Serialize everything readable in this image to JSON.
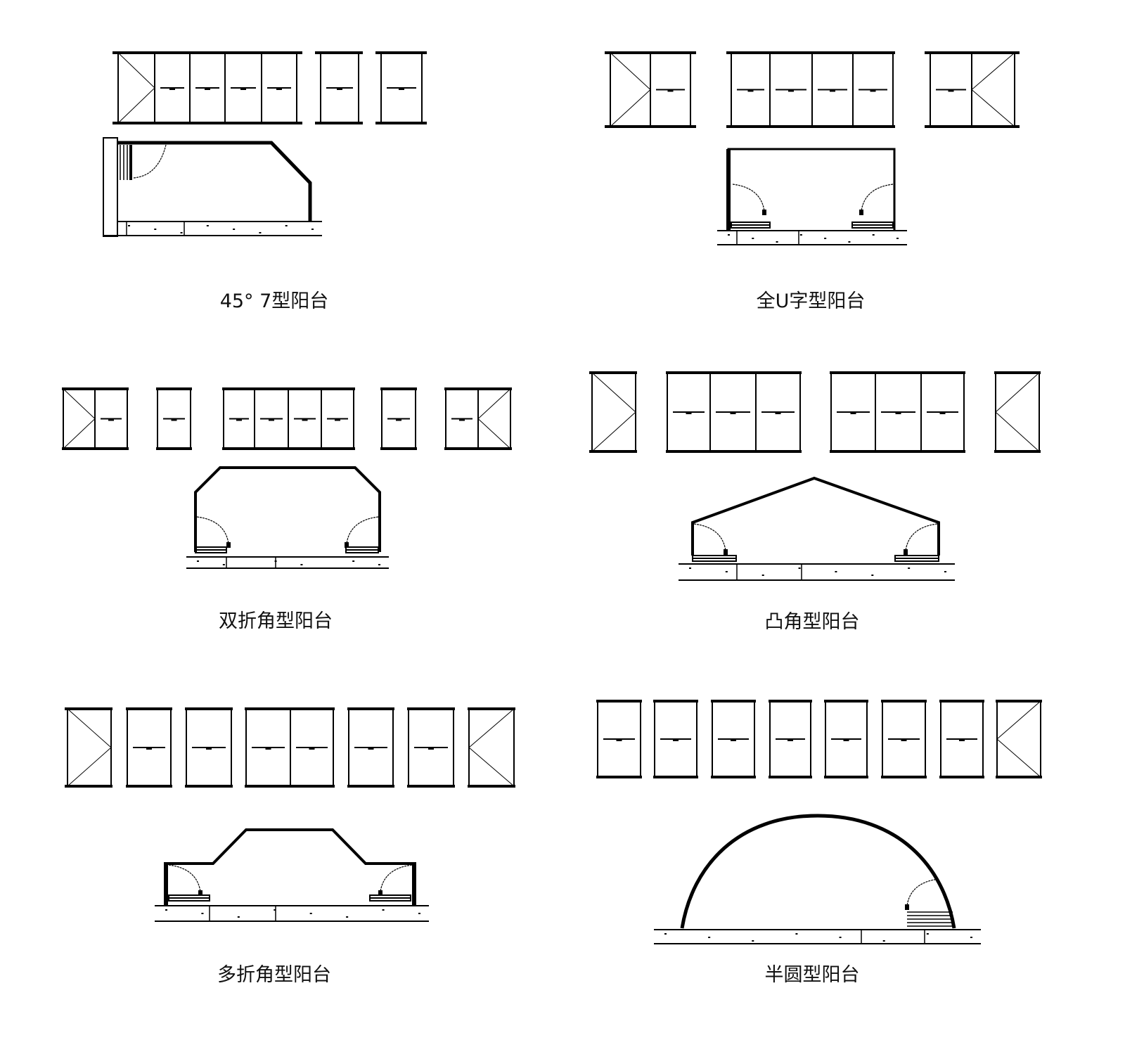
{
  "diagrams": [
    {
      "label": "45° 7型阳台"
    },
    {
      "label": "全U字型阳台"
    },
    {
      "label": "双折角型阳台"
    },
    {
      "label": "凸角型阳台"
    },
    {
      "label": "多折角型阳台"
    },
    {
      "label": "半圆型阳台"
    }
  ],
  "colors": {
    "line": "#000000",
    "background": "#ffffff"
  }
}
